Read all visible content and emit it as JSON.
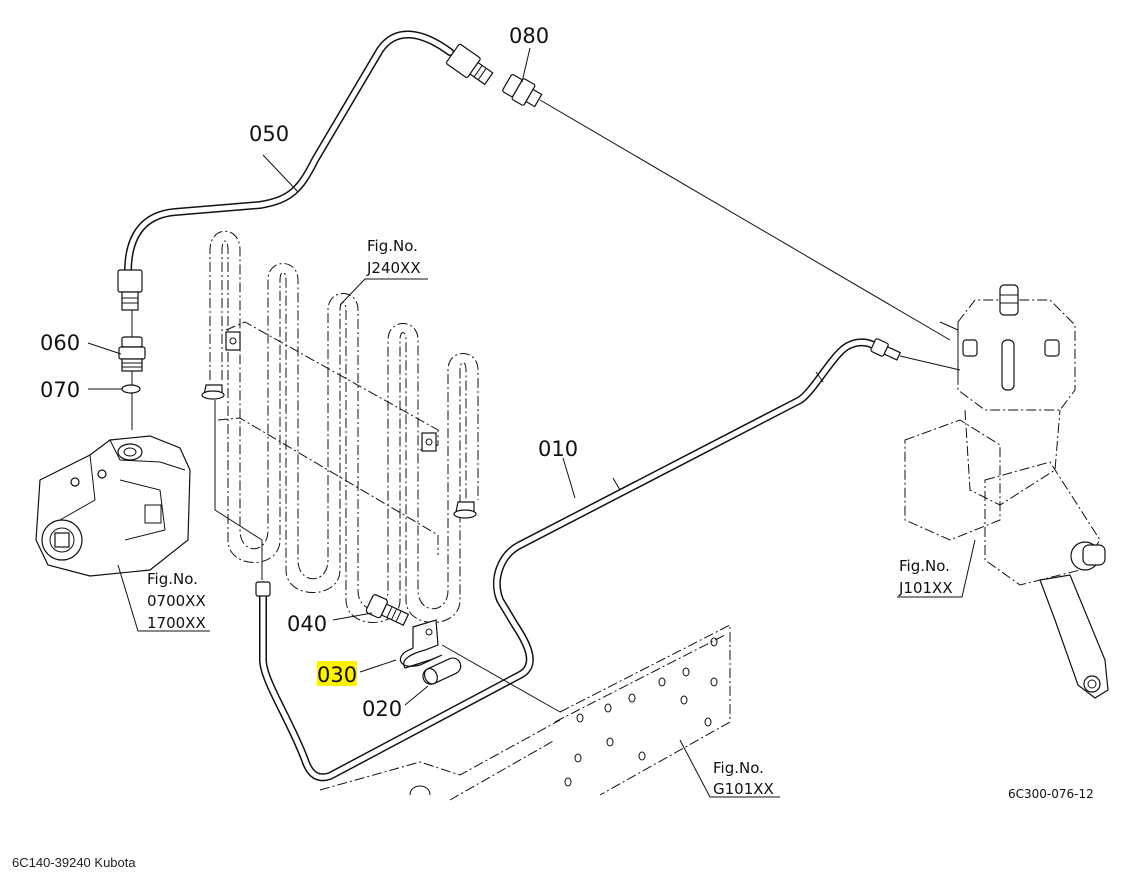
{
  "diagram": {
    "title": "6C140-39240 Kubota",
    "reference_code": "6C300-076-12",
    "highlight_color": "#fff200",
    "callouts": [
      {
        "id": "010",
        "label": "010",
        "highlighted": false
      },
      {
        "id": "020",
        "label": "020",
        "highlighted": false
      },
      {
        "id": "030",
        "label": "030",
        "highlighted": true
      },
      {
        "id": "040",
        "label": "040",
        "highlighted": false
      },
      {
        "id": "050",
        "label": "050",
        "highlighted": false
      },
      {
        "id": "060",
        "label": "060",
        "highlighted": false
      },
      {
        "id": "070",
        "label": "070",
        "highlighted": false
      },
      {
        "id": "080",
        "label": "080",
        "highlighted": false
      }
    ],
    "figure_refs": [
      {
        "heading": "Fig.No.",
        "lines": [
          "J240XX"
        ]
      },
      {
        "heading": "Fig.No.",
        "lines": [
          "0700XX",
          "1700XX"
        ]
      },
      {
        "heading": "Fig.No.",
        "lines": [
          "J101XX"
        ]
      },
      {
        "heading": "Fig.No.",
        "lines": [
          "G101XX"
        ]
      }
    ]
  }
}
